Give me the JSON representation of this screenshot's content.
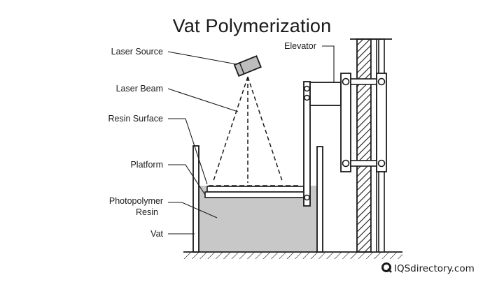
{
  "title": "Vat Polymerization",
  "labels": {
    "laser_source": "Laser Source",
    "laser_beam": "Laser Beam",
    "resin_surface": "Resin Surface",
    "platform": "Platform",
    "photopolymer_resin_line1": "Photopolymer",
    "photopolymer_resin_line2": "Resin",
    "vat": "Vat",
    "elevator": "Elevator"
  },
  "brand": {
    "text": "IQSdirectory.com"
  },
  "colors": {
    "line": "#1a1a1a",
    "resin": "#c8c8c8",
    "background": "#ffffff"
  }
}
